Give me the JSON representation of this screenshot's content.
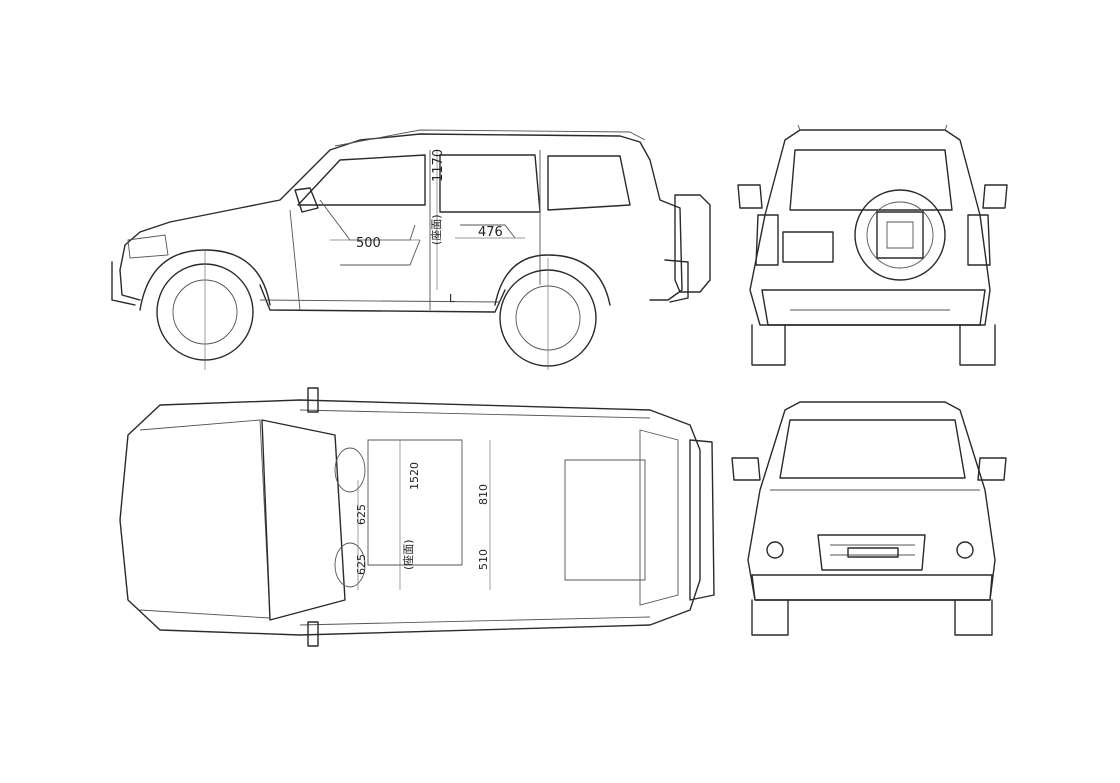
{
  "views": {
    "side": {
      "dims": {
        "height": "1170",
        "front_legroom": "500",
        "rear_legroom": "476",
        "rear_label": "(座面)",
        "l_mark": "L"
      }
    },
    "top": {
      "dims": {
        "length": "1520",
        "rear_width": "810",
        "seat_width_1": "625",
        "seat_width_2": "625",
        "mid_label": "(座面)",
        "rear_seat": "510"
      }
    }
  }
}
